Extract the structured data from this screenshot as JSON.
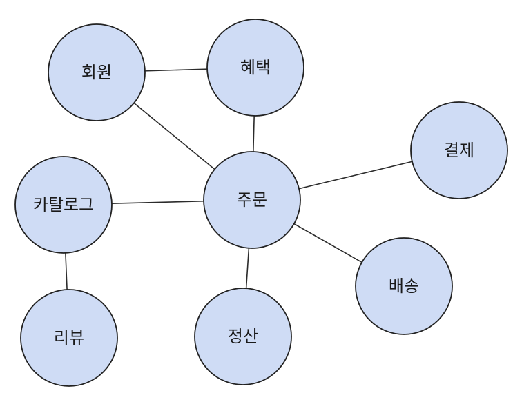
{
  "diagram": {
    "node_fill": "#cfdcf5",
    "node_stroke": "#222222",
    "edge_color": "#2b2b2b",
    "nodes": [
      {
        "id": "member",
        "label": "회원"
      },
      {
        "id": "benefit",
        "label": "혜택"
      },
      {
        "id": "payment",
        "label": "결제"
      },
      {
        "id": "catalog",
        "label": "카탈로그"
      },
      {
        "id": "order",
        "label": "주문"
      },
      {
        "id": "delivery",
        "label": "배송"
      },
      {
        "id": "review",
        "label": "리뷰"
      },
      {
        "id": "settlement",
        "label": "정산"
      }
    ],
    "edges": [
      {
        "from": "member",
        "to": "benefit"
      },
      {
        "from": "member",
        "to": "order"
      },
      {
        "from": "benefit",
        "to": "order"
      },
      {
        "from": "payment",
        "to": "order"
      },
      {
        "from": "catalog",
        "to": "order"
      },
      {
        "from": "catalog",
        "to": "review"
      },
      {
        "from": "order",
        "to": "settlement"
      },
      {
        "from": "order",
        "to": "delivery"
      }
    ]
  }
}
